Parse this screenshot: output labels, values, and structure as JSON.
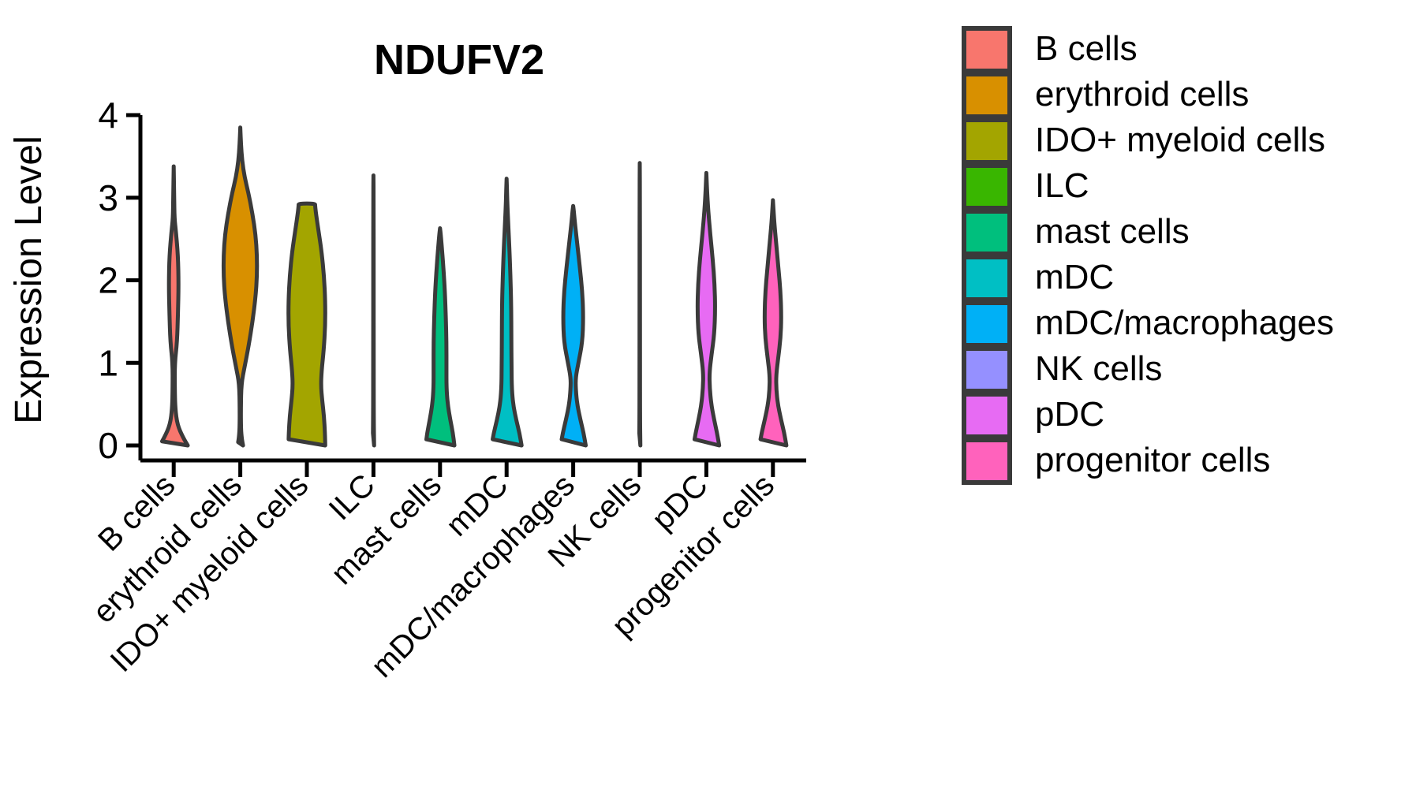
{
  "chart_data": {
    "type": "violin",
    "title": "NDUFV2",
    "ylabel": "Expression Level",
    "xlabel": "",
    "ylim": [
      0,
      4
    ],
    "yticks": [
      "0",
      "1",
      "2",
      "3",
      "4"
    ],
    "ytick_values": [
      0,
      1,
      2,
      3,
      4
    ],
    "grid": false,
    "legend_position": "right",
    "categories": [
      "B cells",
      "erythroid cells",
      "IDO+ myeloid cells",
      "ILC",
      "mast cells",
      "mDC",
      "mDC/macrophages",
      "NK cells",
      "pDC",
      "progenitor cells"
    ],
    "colors": [
      "#F8766D",
      "#D89000",
      "#A3A500",
      "#39B600",
      "#00BF7D",
      "#00BFC4",
      "#00B0F6",
      "#9590FF",
      "#E76BF3",
      "#FF62BC"
    ],
    "series": [
      {
        "name": "B cells",
        "color": "#F8766D",
        "max": 3.38,
        "median": 0.0,
        "profile": [
          {
            "y": 0.0,
            "w": 0.46
          },
          {
            "y": 0.1,
            "w": 0.3
          },
          {
            "y": 0.25,
            "w": 0.12
          },
          {
            "y": 0.45,
            "w": 0.05
          },
          {
            "y": 0.7,
            "w": 0.035
          },
          {
            "y": 1.0,
            "w": 0.035
          },
          {
            "y": 1.25,
            "w": 0.11
          },
          {
            "y": 1.6,
            "w": 0.14
          },
          {
            "y": 1.95,
            "w": 0.16
          },
          {
            "y": 2.3,
            "w": 0.14
          },
          {
            "y": 2.6,
            "w": 0.07
          },
          {
            "y": 2.75,
            "w": 0.025
          },
          {
            "y": 3.0,
            "w": 0.016
          },
          {
            "y": 3.38,
            "w": 0.0
          }
        ]
      },
      {
        "name": "erythroid cells",
        "color": "#D89000",
        "max": 3.85,
        "median": 2.1,
        "profile": [
          {
            "y": 0.0,
            "w": 0.09
          },
          {
            "y": 0.08,
            "w": 0.05
          },
          {
            "y": 0.2,
            "w": 0.022
          },
          {
            "y": 0.45,
            "w": 0.018
          },
          {
            "y": 0.75,
            "w": 0.035
          },
          {
            "y": 0.95,
            "w": 0.14
          },
          {
            "y": 1.2,
            "w": 0.27
          },
          {
            "y": 1.5,
            "w": 0.4
          },
          {
            "y": 1.8,
            "w": 0.5
          },
          {
            "y": 2.05,
            "w": 0.545
          },
          {
            "y": 2.3,
            "w": 0.545
          },
          {
            "y": 2.55,
            "w": 0.5
          },
          {
            "y": 2.8,
            "w": 0.4
          },
          {
            "y": 3.05,
            "w": 0.27
          },
          {
            "y": 3.25,
            "w": 0.14
          },
          {
            "y": 3.45,
            "w": 0.06
          },
          {
            "y": 3.65,
            "w": 0.022
          },
          {
            "y": 3.85,
            "w": 0.0
          }
        ]
      },
      {
        "name": "IDO+ myeloid cells",
        "color": "#A3A500",
        "max": 2.93,
        "median": 1.4,
        "profile": [
          {
            "y": 0.0,
            "w": 0.6
          },
          {
            "y": 0.15,
            "w": 0.59
          },
          {
            "y": 0.35,
            "w": 0.56
          },
          {
            "y": 0.55,
            "w": 0.5
          },
          {
            "y": 0.72,
            "w": 0.46
          },
          {
            "y": 0.9,
            "w": 0.48
          },
          {
            "y": 1.15,
            "w": 0.55
          },
          {
            "y": 1.45,
            "w": 0.6
          },
          {
            "y": 1.75,
            "w": 0.6
          },
          {
            "y": 2.05,
            "w": 0.56
          },
          {
            "y": 2.35,
            "w": 0.48
          },
          {
            "y": 2.6,
            "w": 0.38
          },
          {
            "y": 2.8,
            "w": 0.3
          },
          {
            "y": 2.9,
            "w": 0.27
          },
          {
            "y": 2.93,
            "w": 0.27
          }
        ]
      },
      {
        "name": "ILC",
        "color": "#39B600",
        "max": 3.27,
        "median": 0.0,
        "profile": [
          {
            "y": 0.0,
            "w": 0.022
          },
          {
            "y": 0.3,
            "w": 0.011
          },
          {
            "y": 1.0,
            "w": 0.008
          },
          {
            "y": 2.0,
            "w": 0.007
          },
          {
            "y": 3.0,
            "w": 0.006
          },
          {
            "y": 3.27,
            "w": 0.0
          }
        ]
      },
      {
        "name": "mast cells",
        "color": "#00BF7D",
        "max": 2.63,
        "median": 0.0,
        "profile": [
          {
            "y": 0.0,
            "w": 0.47
          },
          {
            "y": 0.15,
            "w": 0.42
          },
          {
            "y": 0.32,
            "w": 0.33
          },
          {
            "y": 0.5,
            "w": 0.25
          },
          {
            "y": 0.7,
            "w": 0.21
          },
          {
            "y": 0.95,
            "w": 0.21
          },
          {
            "y": 1.25,
            "w": 0.21
          },
          {
            "y": 1.55,
            "w": 0.19
          },
          {
            "y": 1.85,
            "w": 0.16
          },
          {
            "y": 2.1,
            "w": 0.12
          },
          {
            "y": 2.35,
            "w": 0.07
          },
          {
            "y": 2.55,
            "w": 0.025
          },
          {
            "y": 2.63,
            "w": 0.0
          }
        ]
      },
      {
        "name": "mDC",
        "color": "#00BFC4",
        "max": 3.23,
        "median": 0.35,
        "profile": [
          {
            "y": 0.0,
            "w": 0.49
          },
          {
            "y": 0.15,
            "w": 0.42
          },
          {
            "y": 0.3,
            "w": 0.32
          },
          {
            "y": 0.48,
            "w": 0.22
          },
          {
            "y": 0.68,
            "w": 0.17
          },
          {
            "y": 0.95,
            "w": 0.16
          },
          {
            "y": 1.3,
            "w": 0.155
          },
          {
            "y": 1.7,
            "w": 0.15
          },
          {
            "y": 2.05,
            "w": 0.125
          },
          {
            "y": 2.4,
            "w": 0.09
          },
          {
            "y": 2.7,
            "w": 0.05
          },
          {
            "y": 2.95,
            "w": 0.022
          },
          {
            "y": 3.1,
            "w": 0.012
          },
          {
            "y": 3.23,
            "w": 0.0
          }
        ]
      },
      {
        "name": "mDC/macrophages",
        "color": "#00B0F6",
        "max": 2.9,
        "median": 1.3,
        "profile": [
          {
            "y": 0.0,
            "w": 0.41
          },
          {
            "y": 0.15,
            "w": 0.34
          },
          {
            "y": 0.32,
            "w": 0.23
          },
          {
            "y": 0.5,
            "w": 0.13
          },
          {
            "y": 0.68,
            "w": 0.085
          },
          {
            "y": 0.82,
            "w": 0.08
          },
          {
            "y": 1.0,
            "w": 0.17
          },
          {
            "y": 1.25,
            "w": 0.3
          },
          {
            "y": 1.55,
            "w": 0.33
          },
          {
            "y": 1.85,
            "w": 0.3
          },
          {
            "y": 2.15,
            "w": 0.22
          },
          {
            "y": 2.45,
            "w": 0.13
          },
          {
            "y": 2.7,
            "w": 0.055
          },
          {
            "y": 2.85,
            "w": 0.018
          },
          {
            "y": 2.9,
            "w": 0.0
          }
        ]
      },
      {
        "name": "NK cells",
        "color": "#9590FF",
        "max": 3.42,
        "median": 0.0,
        "profile": [
          {
            "y": 0.0,
            "w": 0.02
          },
          {
            "y": 0.3,
            "w": 0.01
          },
          {
            "y": 1.0,
            "w": 0.008
          },
          {
            "y": 2.0,
            "w": 0.007
          },
          {
            "y": 3.0,
            "w": 0.006
          },
          {
            "y": 3.42,
            "w": 0.0
          }
        ]
      },
      {
        "name": "pDC",
        "color": "#E76BF3",
        "max": 3.3,
        "median": 1.6,
        "profile": [
          {
            "y": 0.0,
            "w": 0.42
          },
          {
            "y": 0.15,
            "w": 0.35
          },
          {
            "y": 0.32,
            "w": 0.25
          },
          {
            "y": 0.5,
            "w": 0.16
          },
          {
            "y": 0.7,
            "w": 0.11
          },
          {
            "y": 0.88,
            "w": 0.1
          },
          {
            "y": 1.1,
            "w": 0.17
          },
          {
            "y": 1.35,
            "w": 0.26
          },
          {
            "y": 1.65,
            "w": 0.29
          },
          {
            "y": 1.95,
            "w": 0.27
          },
          {
            "y": 2.25,
            "w": 0.21
          },
          {
            "y": 2.55,
            "w": 0.13
          },
          {
            "y": 2.85,
            "w": 0.06
          },
          {
            "y": 3.1,
            "w": 0.022
          },
          {
            "y": 3.3,
            "w": 0.0
          }
        ]
      },
      {
        "name": "progenitor cells",
        "color": "#FF62BC",
        "max": 2.97,
        "median": 1.4,
        "profile": [
          {
            "y": 0.0,
            "w": 0.44
          },
          {
            "y": 0.15,
            "w": 0.37
          },
          {
            "y": 0.32,
            "w": 0.26
          },
          {
            "y": 0.5,
            "w": 0.16
          },
          {
            "y": 0.68,
            "w": 0.11
          },
          {
            "y": 0.85,
            "w": 0.105
          },
          {
            "y": 1.05,
            "w": 0.17
          },
          {
            "y": 1.3,
            "w": 0.25
          },
          {
            "y": 1.55,
            "w": 0.275
          },
          {
            "y": 1.85,
            "w": 0.25
          },
          {
            "y": 2.15,
            "w": 0.18
          },
          {
            "y": 2.45,
            "w": 0.105
          },
          {
            "y": 2.7,
            "w": 0.045
          },
          {
            "y": 2.88,
            "w": 0.015
          },
          {
            "y": 2.97,
            "w": 0.0
          }
        ]
      }
    ]
  },
  "legend": {
    "items": [
      {
        "label": "B cells",
        "color": "#F8766D"
      },
      {
        "label": "erythroid cells",
        "color": "#D89000"
      },
      {
        "label": "IDO+ myeloid cells",
        "color": "#A3A500"
      },
      {
        "label": "ILC",
        "color": "#39B600"
      },
      {
        "label": "mast cells",
        "color": "#00BF7D"
      },
      {
        "label": "mDC",
        "color": "#00BFC4"
      },
      {
        "label": "mDC/macrophages",
        "color": "#00B0F6"
      },
      {
        "label": "NK cells",
        "color": "#9590FF"
      },
      {
        "label": "pDC",
        "color": "#E76BF3"
      },
      {
        "label": "progenitor cells",
        "color": "#FF62BC"
      }
    ]
  }
}
